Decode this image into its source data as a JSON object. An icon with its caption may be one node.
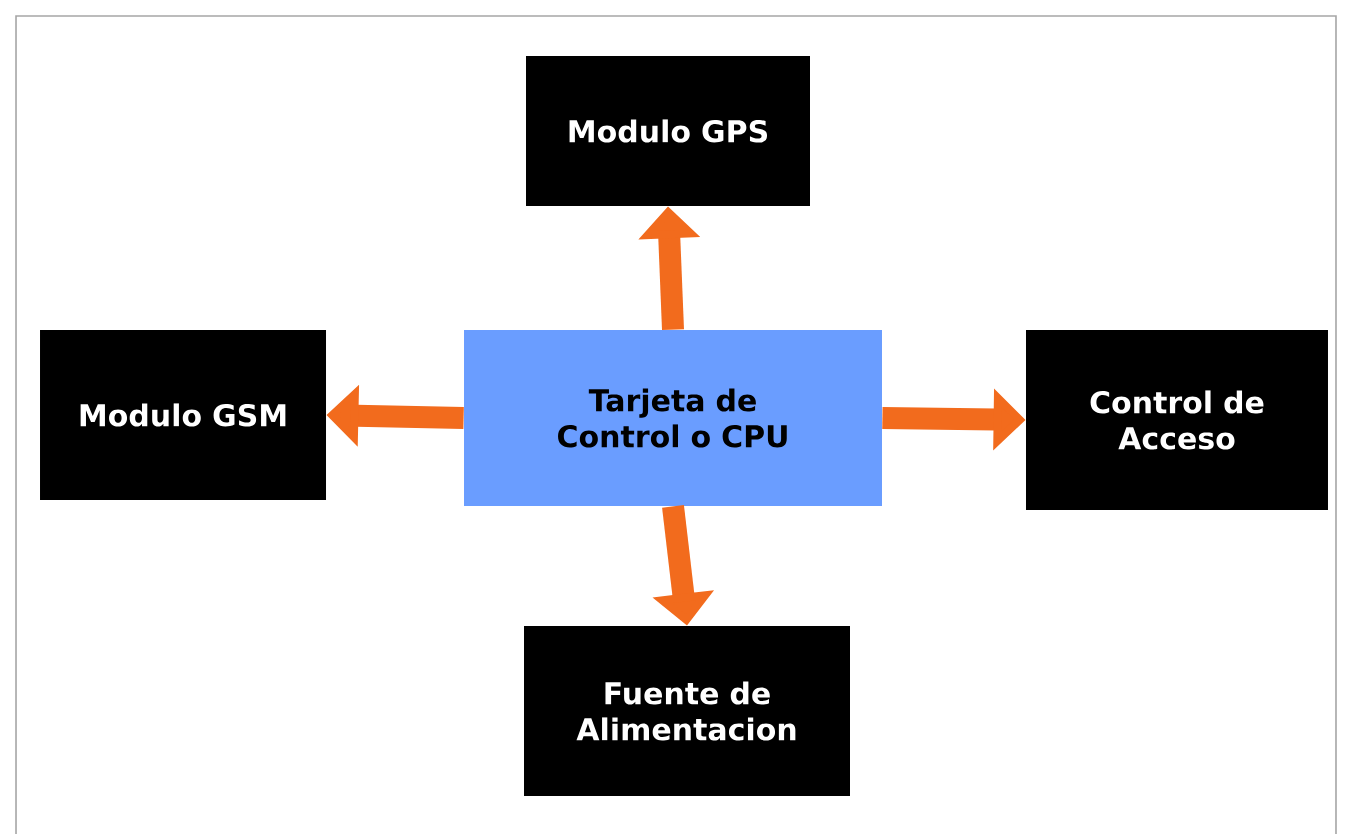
{
  "diagram": {
    "nodes": [
      {
        "text": [
          "Modulo GPS"
        ]
      },
      {
        "text": [
          "Modulo GSM"
        ]
      },
      {
        "text": [
          "Tarjeta de Control o CPU"
        ]
      },
      {
        "text": [
          "Control de Acceso"
        ]
      },
      {
        "text": [
          "Fuente de Alimentacion"
        ]
      }
    ],
    "edges": [
      {
        "from": 2,
        "to": 0,
        "arrow": "to"
      },
      {
        "from": 2,
        "to": 1,
        "arrow": "to"
      },
      {
        "from": 2,
        "to": 3,
        "arrow": "to"
      },
      {
        "from": 2,
        "to": 4,
        "arrow": "to"
      }
    ]
  }
}
